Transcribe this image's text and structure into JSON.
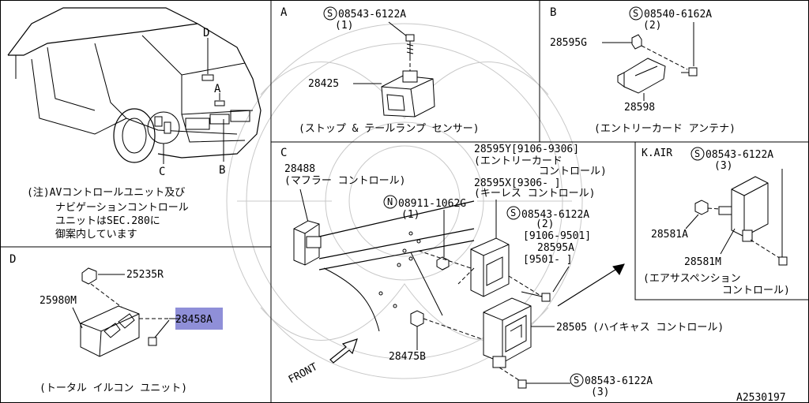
{
  "colors": {
    "line": "#000000",
    "background": "#ffffff",
    "highlight": "#8f8fd8",
    "watermark": "#c8c8c8"
  },
  "overview": {
    "labels": {
      "d": "D",
      "a": "A",
      "c": "C",
      "b": "B"
    },
    "note": [
      "(注)AVコントロールユニット及び",
      "ナビゲーションコントロール",
      "ユニットはSEC.280に",
      "御案内しています"
    ]
  },
  "section_a": {
    "letter": "A",
    "screw_part": "08543-6122A",
    "screw_qty": "(1)",
    "part": "28425",
    "caption": "(ストップ & テールランプ センサー)"
  },
  "section_b": {
    "letter": "B",
    "screw_part": "08540-6162A",
    "screw_qty": "(2)",
    "nut_part": "28595G",
    "antenna_part": "28598",
    "caption": "(エントリーカード アンテナ)"
  },
  "section_d": {
    "letter": "D",
    "clip_part": "25235R",
    "unit_part": "25980M",
    "bolt_part": "28458A",
    "caption": "(トータル イルコン ユニット)"
  },
  "section_c": {
    "letter": "C",
    "muffler_part": "28488",
    "muffler_caption": "(マフラー コントロール)",
    "entry_part": "28595Y[9106-9306]",
    "entry_caption_1": "(エントリーカード",
    "entry_caption_2": "コントロール)",
    "keyless_part": "28595X[9306-    ]",
    "keyless_caption": "(キーレス コントロール)",
    "nut_part": "08911-1062G",
    "nut_qty": "(1)",
    "screw_part": "08543-6122A",
    "screw_qty": "(2)",
    "screw_range": "[9106-9501]",
    "alt_part": "28595A",
    "alt_range": "[9501-    ]",
    "hicas_part": "28505",
    "hicas_caption": "(ハイキャス コントロール)",
    "clip_part": "28475B",
    "screw2_part": "08543-6122A",
    "screw2_qty": "(3)",
    "front_label": "FRONT"
  },
  "section_kair": {
    "title": "K.AIR",
    "screw_part": "08543-6122A",
    "screw_qty": "(3)",
    "nut_part": "28581A",
    "unit_part": "28581M",
    "caption_1": "(エアサスペンション",
    "caption_2": "コントロール)"
  },
  "footer": {
    "code": "A2530197"
  }
}
